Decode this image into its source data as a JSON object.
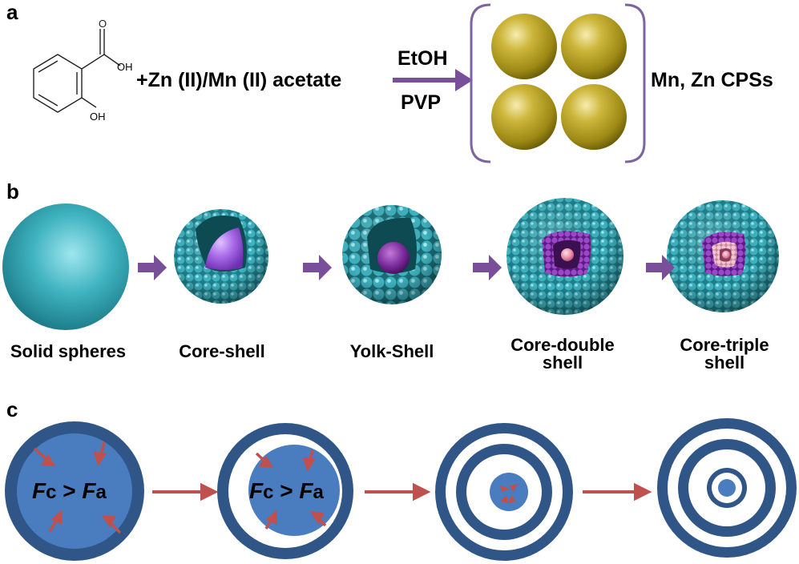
{
  "panel_a": {
    "label": "a",
    "oh_top": "OH",
    "oh_bottom": "OH",
    "reagent": "+Zn (II)/Mn (II) acetate",
    "above_arrow": "EtOH",
    "below_arrow": "PVP",
    "product": "Mn, Zn CPSs"
  },
  "panel_b": {
    "label": "b",
    "stages": [
      {
        "caption": "Solid spheres"
      },
      {
        "caption": "Core-shell"
      },
      {
        "caption": "Yolk-Shell"
      },
      {
        "caption": "Core-double shell"
      },
      {
        "caption": "Core-triple shell"
      }
    ]
  },
  "panel_c": {
    "label": "c",
    "force_label_1": {
      "fc_f": "F",
      "fc_c": "c",
      "gt": " > ",
      "fa_f": "F",
      "fa_a": "a"
    },
    "force_label_2": {
      "fc_f": "F",
      "fc_c": "c",
      "gt": " > ",
      "fa_f": "F",
      "fa_a": "a"
    }
  },
  "colors": {
    "gold_sphere": "#b8a21c",
    "teal_sphere": "#3fb3c0",
    "violet_core": "#9b5fd6",
    "purple_arrow": "#7a4f9a",
    "ring_dark": "#2f5687",
    "disc_light": "#4a7cc0",
    "red_arrow": "#c0504d",
    "bracket": "#7d64a0"
  }
}
